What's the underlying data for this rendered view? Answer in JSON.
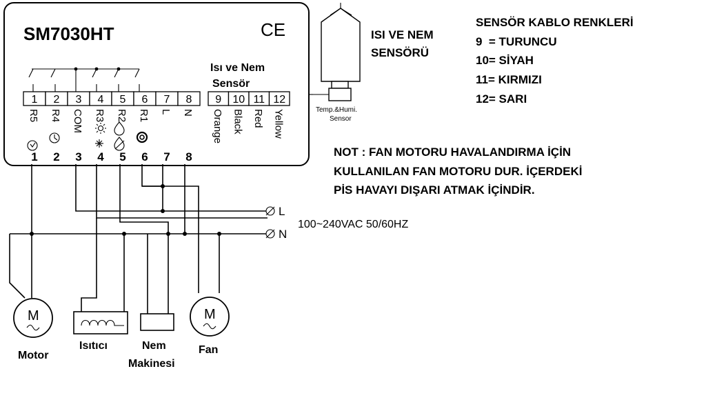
{
  "device": {
    "model": "SM7030HT",
    "mark": "CE",
    "sensor_header_line1": "Isı ve Nem",
    "sensor_header_line2": "Sensör"
  },
  "terminals": [
    {
      "num": "1",
      "code": "R5",
      "bottom": "1"
    },
    {
      "num": "2",
      "code": "R4",
      "bottom": "2"
    },
    {
      "num": "3",
      "code": "COM",
      "bottom": "3"
    },
    {
      "num": "4",
      "code": "R3",
      "bottom": "4"
    },
    {
      "num": "5",
      "code": "R2",
      "bottom": "5"
    },
    {
      "num": "6",
      "code": "R1",
      "bottom": "6"
    },
    {
      "num": "7",
      "code": "L",
      "bottom": "7"
    },
    {
      "num": "8",
      "code": "N",
      "bottom": "8"
    }
  ],
  "sensor_terminals": [
    {
      "num": "9",
      "color": "Orange"
    },
    {
      "num": "10",
      "color": "Black"
    },
    {
      "num": "11",
      "color": "Red"
    },
    {
      "num": "12",
      "color": "Yellow"
    }
  ],
  "sensor_device": {
    "label_line1": "Temp.&Humi.",
    "label_line2": "Sensor",
    "title_line1": "ISI VE NEM",
    "title_line2": "SENSÖRÜ"
  },
  "cable_colors": {
    "title": "SENSÖR KABLO RENKLERİ",
    "rows": [
      "9  = TURUNCU",
      "10= SİYAH",
      "11= KIRMIZI",
      "12= SARI"
    ]
  },
  "note": {
    "lines": [
      "NOT : FAN MOTORU HAVALANDIRMA İÇİN",
      "KULLANILAN FAN MOTORU DUR. İÇERDEKİ",
      "PİS HAVAYI DIŞARI ATMAK İÇİNDİR."
    ]
  },
  "power": {
    "line_l": "L",
    "line_n": "N",
    "spec": "100~240VAC 50/60HZ"
  },
  "loads": {
    "motor_symbol": "M",
    "fan_symbol": "M",
    "motor": "Motor",
    "heater": "Isıtıcı",
    "humidifier_line1": "Nem",
    "humidifier_line2": "Makinesi",
    "fan": "Fan"
  }
}
